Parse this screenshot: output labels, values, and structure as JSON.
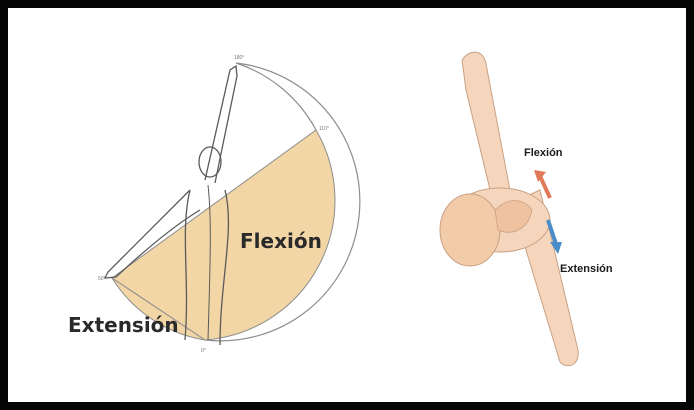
{
  "left_diagram": {
    "flexion_label": "Flexión",
    "extension_label": "Extensión",
    "degree_marks": [
      "180°",
      "110°",
      "50°",
      "0°"
    ],
    "sector_color": "#f2d6a6"
  },
  "right_diagram": {
    "flexion_label": "Flexión",
    "extension_label": "Extensión",
    "flexion_arrow_color": "#e07a5a",
    "extension_arrow_color": "#4a8cc8",
    "skin_color": "#f5d6bc"
  }
}
